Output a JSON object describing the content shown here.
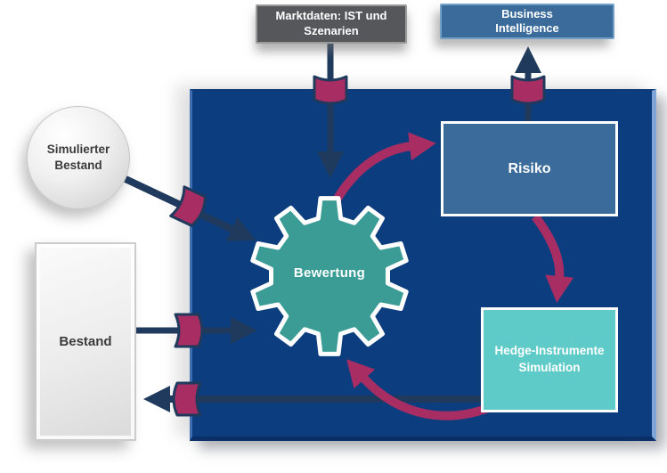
{
  "nodes": {
    "marktdaten": {
      "line1": "Marktdaten: IST und",
      "line2": "Szenarien"
    },
    "business_intelligence": {
      "line1": "Business",
      "line2": "Intelligence"
    },
    "simulierter_bestand": {
      "line1": "Simulierter",
      "line2": "Bestand"
    },
    "bestand": {
      "label": "Bestand"
    },
    "bewertung": {
      "label": "Bewertung"
    },
    "risiko": {
      "label": "Risiko"
    },
    "hedge": {
      "line1": "Hedge-Instrumente",
      "line2": "Simulation"
    }
  },
  "connections": [
    {
      "from": "Marktdaten: IST und Szenarien",
      "to": "Bewertung",
      "style": "navy-arrow-through-band"
    },
    {
      "from": "Risiko",
      "to": "Business Intelligence",
      "style": "navy-arrow-through-band"
    },
    {
      "from": "Simulierter Bestand",
      "to": "Bewertung",
      "style": "navy-arrow-through-band"
    },
    {
      "from": "Bestand",
      "to": "Bewertung",
      "style": "navy-arrow-through-band"
    },
    {
      "from": "Hedge-Instrumente Simulation",
      "to": "Bestand",
      "style": "navy-arrow-through-band"
    },
    {
      "from": "Bewertung",
      "to": "Risiko",
      "style": "magenta-curve"
    },
    {
      "from": "Risiko",
      "to": "Hedge-Instrumente Simulation",
      "style": "magenta-curve"
    },
    {
      "from": "Hedge-Instrumente Simulation",
      "to": "Bewertung",
      "style": "magenta-curve"
    }
  ],
  "colors": {
    "system_box_blue": "#0C3D7F",
    "steel_blue_node": "#3A6B9B",
    "gear_teal": "#3A9C95",
    "hedge_turquoise": "#5FCBC8",
    "magenta_connector": "#A72D63",
    "navy_arrow": "#1F3A5C",
    "dark_gray_node": "#55575A",
    "light_gray_node": "#EDEDED",
    "background": "#FFFFFF"
  }
}
